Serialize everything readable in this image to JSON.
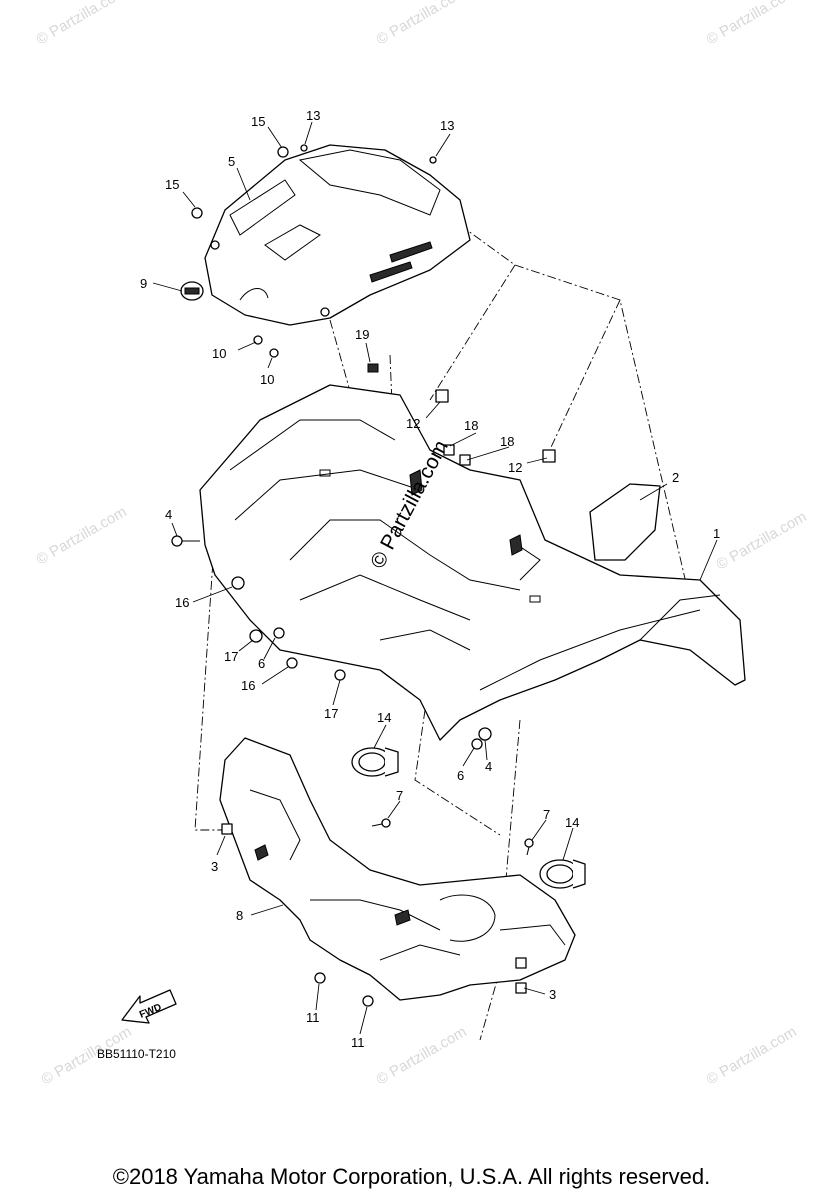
{
  "callouts": {
    "c1": "1",
    "c2": "2",
    "c3a": "3",
    "c3b": "3",
    "c4a": "4",
    "c4b": "4",
    "c5": "5",
    "c6a": "6",
    "c6b": "6",
    "c7a": "7",
    "c7b": "7",
    "c8": "8",
    "c9": "9",
    "c10a": "10",
    "c10b": "10",
    "c11a": "11",
    "c11b": "11",
    "c12a": "12",
    "c12b": "12",
    "c13a": "13",
    "c13b": "13",
    "c14a": "14",
    "c14b": "14",
    "c15a": "15",
    "c15b": "15",
    "c16a": "16",
    "c16b": "16",
    "c17a": "17",
    "c17b": "17",
    "c18a": "18",
    "c18b": "18",
    "c19": "19"
  },
  "watermark": {
    "text": "© Partzilla.com",
    "center_text": "© Partzilla.com"
  },
  "fwd_label": "FWD",
  "diagram_code": "BB51110-T210",
  "copyright": "©2018 Yamaha Motor Corporation, U.S.A. All rights reserved."
}
